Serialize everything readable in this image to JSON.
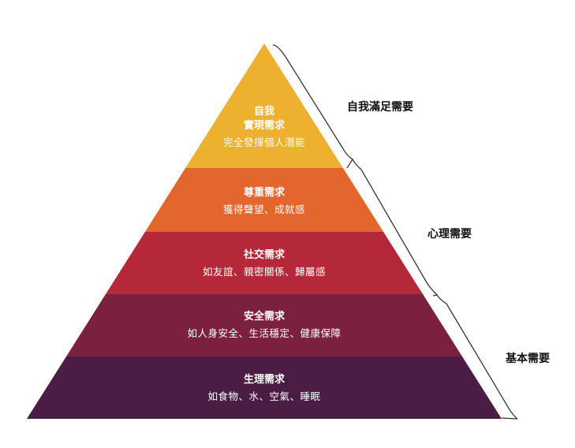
{
  "levels": [
    {
      "title_lines": [
        "自我",
        "實現需求"
      ],
      "description": "完全發揮個人潛能",
      "color": "#EDB12F"
    },
    {
      "title_lines": [
        "尊重需求"
      ],
      "description": "獲得聲望、成就感",
      "color": "#E4662F"
    },
    {
      "title_lines": [
        "社交需求"
      ],
      "description": "如友誼、親密關係、歸屬感",
      "color": "#B4283A"
    },
    {
      "title_lines": [
        "安全需求"
      ],
      "description": "如人身安全、生活穩定、健康保障",
      "color": "#7C2040"
    },
    {
      "title_lines": [
        "生理需求"
      ],
      "description": "如食物、水、空氣、睡眠",
      "color": "#4B1D44"
    }
  ],
  "groups": [
    {
      "label": "自我滿足需要",
      "levels": [
        0
      ]
    },
    {
      "label": "心理需要",
      "levels": [
        1,
        2
      ]
    },
    {
      "label": "基本需要",
      "levels": [
        3,
        4
      ]
    }
  ]
}
